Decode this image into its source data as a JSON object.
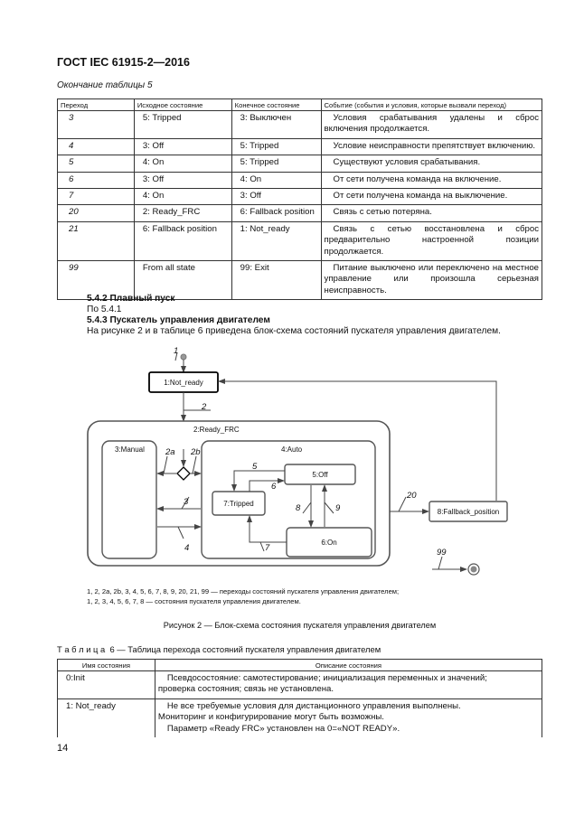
{
  "document": {
    "header": "ГОСТ IEC 61915-2—2016",
    "table5_caption": "Окончание таблицы 5",
    "page_number": "14"
  },
  "table5": {
    "columns": [
      "Переход",
      "Исходное состояние",
      "Конечное состояние",
      "Событие (события и условия, которые вызвали переход)"
    ],
    "rows": [
      {
        "transition": "3",
        "from": "5: Tripped",
        "to": "3: Выключен",
        "event": "Условия срабатывания удалены и сброс включения продолжается."
      },
      {
        "transition": "4",
        "from": "3: Off",
        "to": "5: Tripped",
        "event": "Условие неисправности препятствует включению."
      },
      {
        "transition": "5",
        "from": "4: On",
        "to": "5: Tripped",
        "event": "Существуют условия срабатывания."
      },
      {
        "transition": "6",
        "from": "3: Off",
        "to": "4: On",
        "event": "От сети получена команда на включение."
      },
      {
        "transition": "7",
        "from": "4: On",
        "to": "3: Off",
        "event": "От сети получена команда на выключение."
      },
      {
        "transition": "20",
        "from": "2: Ready_FRC",
        "to": "6: Fallback position",
        "event": "Связь с сетью потеряна."
      },
      {
        "transition": "21",
        "from": "6: Fallback position",
        "to": "1: Not_ready",
        "event": "Связь с сетью восстановлена и сброс предварительно настроенной позиции продолжается."
      },
      {
        "transition": "99",
        "from": "From all state",
        "to": "99: Exit",
        "event": "Питание выключено или переключено на местное управление или произошла серьезная неисправность."
      }
    ]
  },
  "sections": {
    "s542_title": "5.4.2 Плавный пуск",
    "s542_text": "По 5.4.1",
    "s543_title": "5.4.3 Пускатель управления двигателем",
    "s543_text": "На рисунке 2 и в таблице 6 приведена блок-схема состояний пускателя управления двигателем."
  },
  "figure": {
    "states": {
      "not_ready": "1:Not_ready",
      "ready_frc": "2:Ready_FRC",
      "manual": "3:Manual",
      "auto": "4:Auto",
      "off": "5:Off",
      "tripped": "7:Tripped",
      "on": "6:On",
      "fallback": "8:Fallback_position"
    },
    "transitions": {
      "t1": "1",
      "t2": "2",
      "t2a": "2a",
      "t2b": "2b",
      "t3": "3",
      "t4": "4",
      "t5": "5",
      "t6": "6",
      "t7": "7",
      "t8": "8",
      "t9": "9",
      "t20": "20",
      "t99": "99"
    },
    "note1": "1, 2, 2a, 2b, 3, 4, 5, 6, 7, 8, 9, 20, 21, 99 — переходы состояний пускателя управления двигателем;",
    "note2": "1, 2, 3, 4, 5, 6, 7, 8 — состояния пускателя управления двигателем.",
    "caption": "Рисунок 2 — Блок-схема состояния пускателя управления двигателем"
  },
  "table6": {
    "caption": "Т а б л и ц а  6 — Таблица перехода состояний пускателя управления двигателем",
    "columns": [
      "Имя состояния",
      "Описание состояния"
    ],
    "rows": [
      {
        "name": "0:Init",
        "description": [
          "Псевдосостояние: самотестирование; инициализация переменных и значений;",
          "проверка состояния; связь не установлена."
        ]
      },
      {
        "name": "1: Not_ready",
        "description": [
          "Не все требуемые условия для дистанционного управления выполнены.",
          "Мониторинг и конфигурирование могут быть возможны.",
          "Параметр «Ready FRC» установлен на 0=«NOT READY»."
        ]
      }
    ]
  }
}
